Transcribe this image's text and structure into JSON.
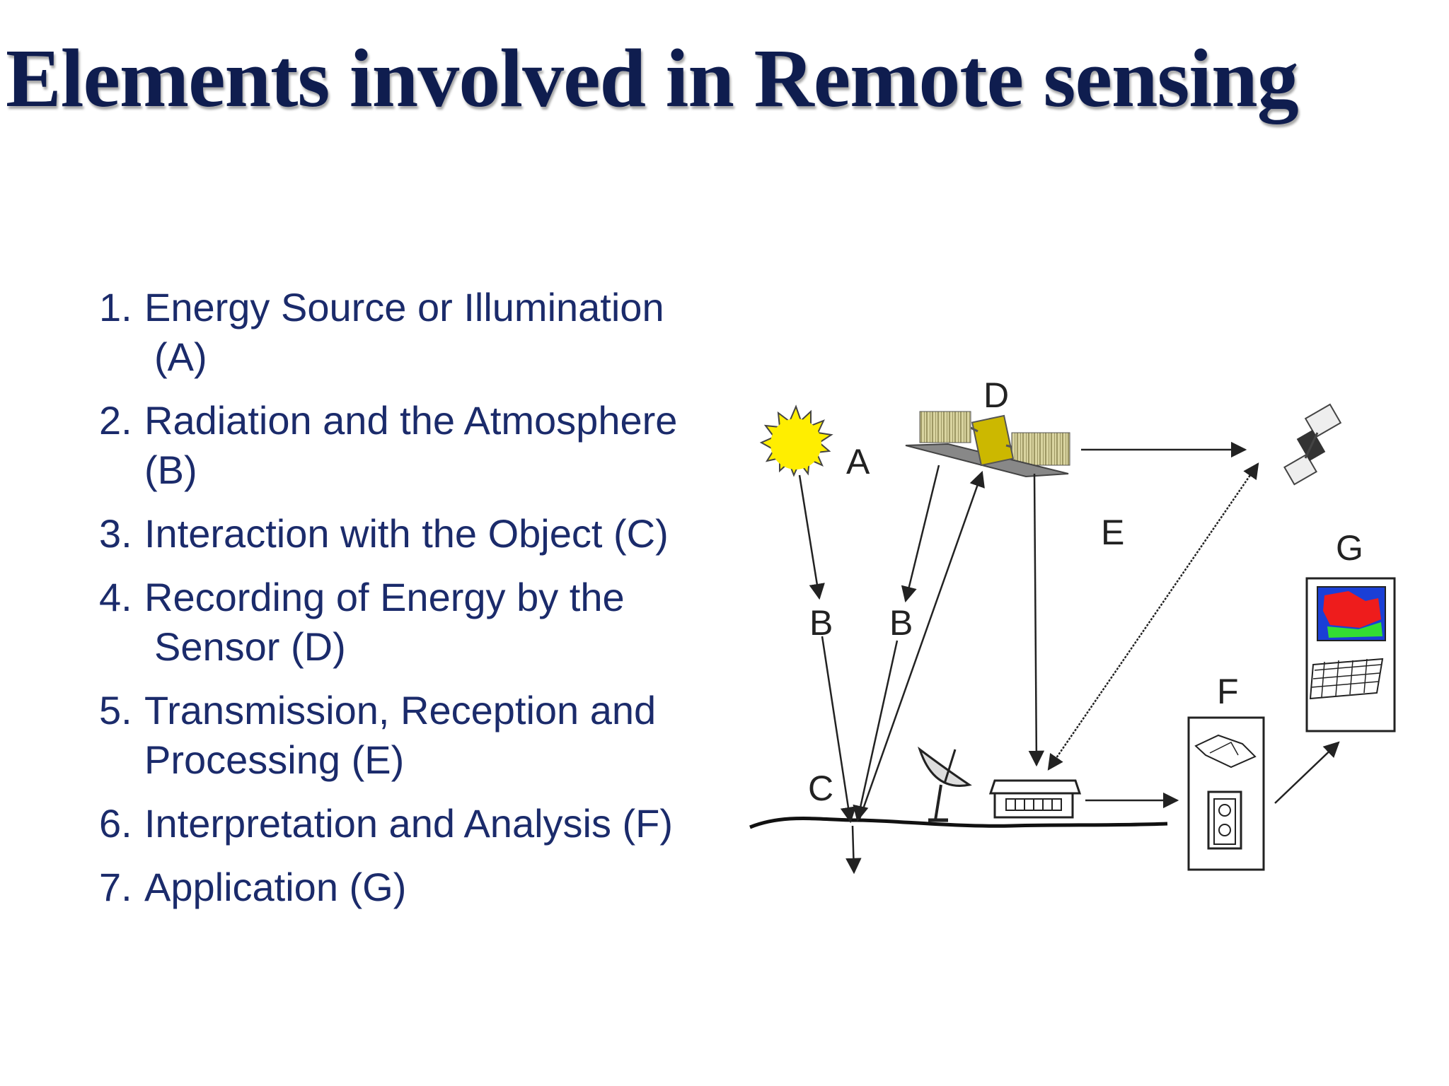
{
  "title": "Elements involved in Remote sensing",
  "elements": [
    {
      "num": "1.",
      "lines": [
        "Energy Source or Illumination",
        "(A)"
      ]
    },
    {
      "num": "2.",
      "lines": [
        "Radiation and the Atmosphere",
        "(B)"
      ]
    },
    {
      "num": "3.",
      "lines": [
        "Interaction with the Object (C)"
      ]
    },
    {
      "num": "4.",
      "lines": [
        "Recording of Energy by the",
        "Sensor (D)"
      ]
    },
    {
      "num": "5.",
      "lines": [
        "Transmission, Reception and",
        "Processing (E)"
      ]
    },
    {
      "num": "6.",
      "lines": [
        "Interpretation and Analysis (F)"
      ]
    },
    {
      "num": "7.",
      "lines": [
        "Application (G)"
      ]
    }
  ],
  "diagram": {
    "labels": {
      "A": "A",
      "B1": "B",
      "B2": "B",
      "C": "C",
      "D": "D",
      "E": "E",
      "F": "F",
      "G": "G"
    }
  },
  "colors": {
    "title": "#0f1d4f",
    "text": "#1b2b6b",
    "sun": "#ffee00",
    "map_red": "#ee1c1c",
    "map_green": "#33dd33",
    "map_blue": "#1a3fd6"
  }
}
